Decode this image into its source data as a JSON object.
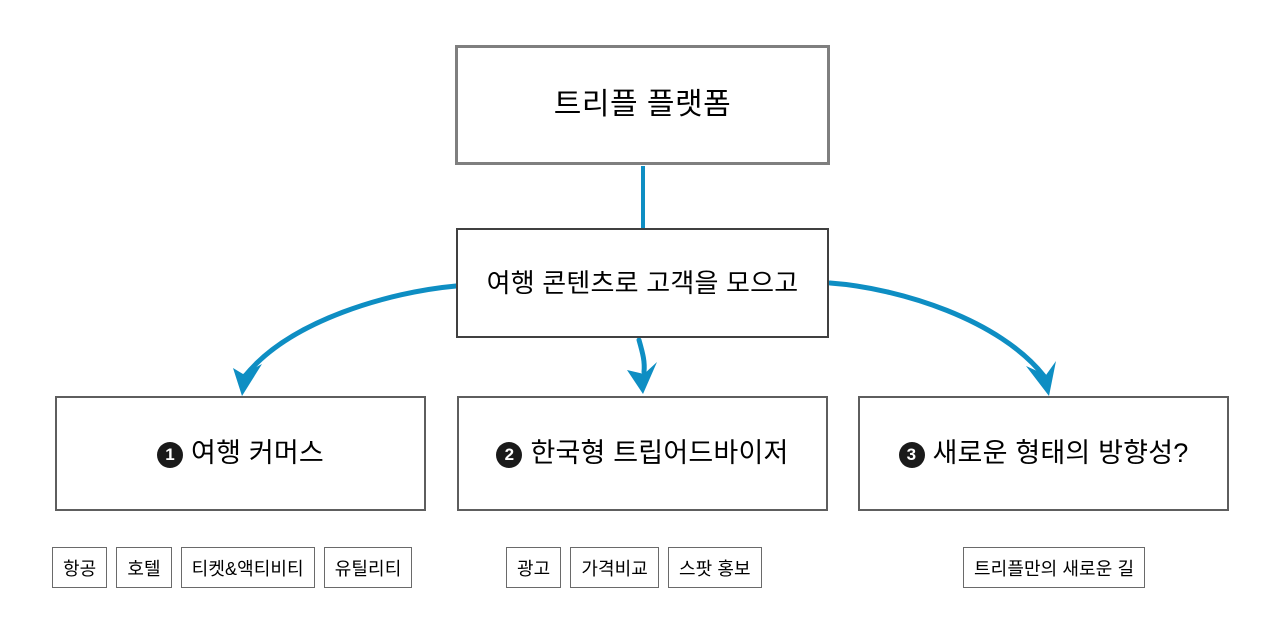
{
  "diagram": {
    "title_node": {
      "label": "트리플 플랫폼"
    },
    "middle_node": {
      "label": "여행 콘텐츠로 고객을 모으고"
    },
    "branches": [
      {
        "number": "1",
        "label": "여행 커머스",
        "tags": [
          "항공",
          "호텔",
          "티켓&액티비티",
          "유틸리티"
        ]
      },
      {
        "number": "2",
        "label": "한국형 트립어드바이저",
        "tags": [
          "광고",
          "가격비교",
          "스팟 홍보"
        ]
      },
      {
        "number": "3",
        "label": "새로운 형태의 방향성?",
        "tags": [
          "트리플만의 새로운 길"
        ]
      }
    ],
    "colors": {
      "connector": "#0e8ec3",
      "root_border": "#7f7f7f",
      "node_border": "#404040",
      "leaf_border": "#5e5e5e",
      "tag_border": "#6a6a6a",
      "background": "#ffffff",
      "badge_fill": "#1a1a1a",
      "text": "#000000"
    }
  }
}
